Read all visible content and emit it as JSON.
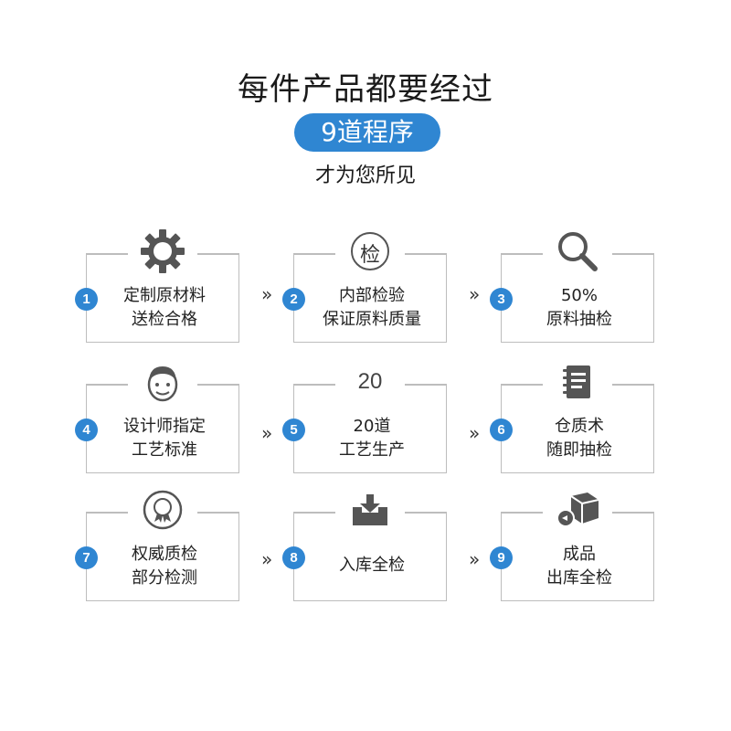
{
  "header": {
    "title": "每件产品都要经过",
    "pill": "9道程序",
    "subtitle": "才为您所见"
  },
  "colors": {
    "accent": "#2f86d2",
    "border": "#bdbdbd",
    "icon": "#555555"
  },
  "arrow_glyph": "»",
  "steps": [
    {
      "num": "1",
      "lines": [
        "定制原材料",
        "送检合格"
      ],
      "icon": "gear-icon"
    },
    {
      "num": "2",
      "lines": [
        "内部检验",
        "保证原料质量"
      ],
      "icon": "inspect-badge-icon",
      "icon_text": "检"
    },
    {
      "num": "3",
      "lines": [
        "50%",
        "原料抽检"
      ],
      "icon": "magnifier-icon"
    },
    {
      "num": "4",
      "lines": [
        "设计师指定",
        "工艺标准"
      ],
      "icon": "designer-face-icon"
    },
    {
      "num": "5",
      "lines": [
        "20道",
        "工艺生产"
      ],
      "icon": "twenty-text-icon",
      "icon_text": "20"
    },
    {
      "num": "6",
      "lines": [
        "仓质术",
        "随即抽检"
      ],
      "icon": "notebook-icon"
    },
    {
      "num": "7",
      "lines": [
        "权威质检",
        "部分检测"
      ],
      "icon": "award-badge-icon"
    },
    {
      "num": "8",
      "lines": [
        "入库全检"
      ],
      "icon": "inbox-download-icon"
    },
    {
      "num": "9",
      "lines": [
        "成品",
        "出库全检"
      ],
      "icon": "delivery-box-icon"
    }
  ]
}
